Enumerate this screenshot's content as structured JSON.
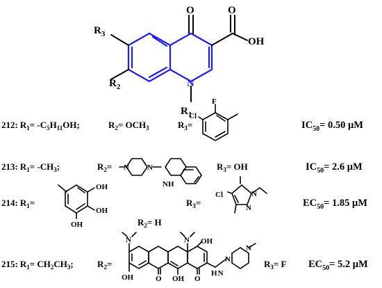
{
  "core": {
    "atoms": {
      "o": "O",
      "oh": "OH",
      "n": "N",
      "r1": "R",
      "r1_sub": "1",
      "r2": "R",
      "r2_sub": "2",
      "r3": "R",
      "r3_sub": "3"
    }
  },
  "rows": [
    {
      "id": "212:",
      "r1_label": "R",
      "r1_sub": "1",
      "r1_eq": "= -C",
      "r1_mid": "5",
      "r1_h": "H",
      "r1_tail": "11",
      "r1_end": "OH;",
      "r2_label": "R",
      "r2_sub": "2",
      "r2_eq": "= OCH",
      "r2_tail": "3",
      "r3_label": "R",
      "r3_sub": "3",
      "r3_eq": "=",
      "r3_atoms": {
        "cl": "Cl",
        "f": "F"
      },
      "metric": "IC",
      "metric_sub": "50",
      "value": "= 0.50 μM"
    },
    {
      "id": "213:",
      "r1_label": "R",
      "r1_sub": "1",
      "r1_eq": "= -CH",
      "r1_tail": "3",
      "r1_end": ";",
      "r2_label": "R",
      "r2_sub": "2",
      "r2_eq": "=",
      "r2_atoms": {
        "n1": "N",
        "n2": "N",
        "nh": "NH"
      },
      "r3_label": "R",
      "r3_sub": "3",
      "r3_eq": "= OH",
      "metric": "IC",
      "metric_sub": "50",
      "value": "= 2.6 μM"
    },
    {
      "id": "214:",
      "r1_label": "R",
      "r1_sub": "1",
      "r1_eq": "=",
      "r1_atoms": {
        "oh1": "OH",
        "oh2": "OH",
        "oh3": "OH"
      },
      "r2_label": "R",
      "r2_sub": "2",
      "r2_eq": "= H",
      "r3_label": "R",
      "r3_sub": "3",
      "r3_eq": "=",
      "r3_atoms": {
        "cl": "Cl",
        "n1": "N",
        "n2": "N"
      },
      "metric": "EC",
      "metric_sub": "50",
      "value": "= 1.85 μM"
    },
    {
      "id": "215:",
      "r1_label": "R",
      "r1_sub": "1",
      "r1_eq": "= CH",
      "r1_mid": "2",
      "r1_h": "CH",
      "r1_tail": "3",
      "r1_end": ";",
      "r2_label": "R",
      "r2_sub": "2",
      "r2_eq": "=",
      "r2_atoms": {
        "n1": "N",
        "n2": "N",
        "oh1": "OH",
        "oh2": "OH",
        "oh3": "OH",
        "o1": "O",
        "o2": "O",
        "h": "H",
        "n3": "N",
        "n4": "N",
        "n5": "N"
      },
      "r3_label": "R",
      "r3_sub": "3",
      "r3_eq": "= F",
      "metric": "EC",
      "metric_sub": "50",
      "value": "= 5.2 μM"
    }
  ]
}
